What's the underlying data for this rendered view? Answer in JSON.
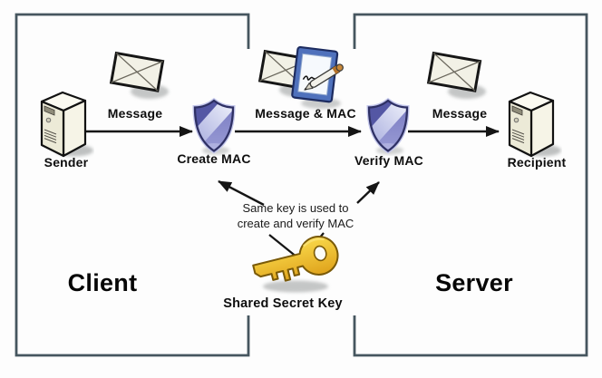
{
  "zones": {
    "client_label": "Client",
    "server_label": "Server"
  },
  "nodes": {
    "sender_label": "Sender",
    "create_mac_label": "Create MAC",
    "verify_mac_label": "Verify MAC",
    "recipient_label": "Recipient"
  },
  "messages": {
    "message_left_label": "Message",
    "message_mac_label": "Message & MAC",
    "message_right_label": "Message"
  },
  "key": {
    "note_line1": "Same key is used to",
    "note_line2": "create and verify MAC",
    "label": "Shared Secret Key"
  },
  "icons": {
    "sender": "server-tower-icon",
    "recipient": "server-tower-icon",
    "message": "envelope-icon",
    "message_and_mac": "envelope-with-notepad-pen-icon",
    "mac_operation": "security-shield-icon",
    "shared_secret": "gold-key-icon"
  },
  "colors": {
    "background": "#fdfdfd",
    "bracket": "#46565f",
    "arrow": "#151515",
    "shield_dark": "#5457a4",
    "shield_mid": "#8486cc",
    "shield_stripe": "#e8eaf8",
    "shield_border": "#2e3064",
    "envelope_fill": "#f2f1e6",
    "tower_fill": "#ecead7",
    "notepad_blue": "#4f71bc",
    "key_gold": "#f2c230",
    "key_outline": "#7a5a08"
  }
}
